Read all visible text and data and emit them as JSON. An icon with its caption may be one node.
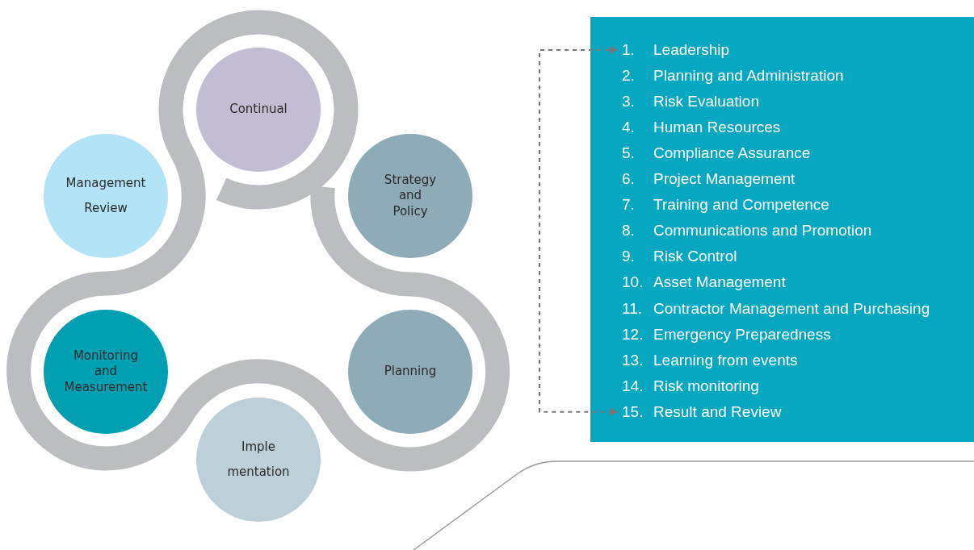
{
  "diagram": {
    "nodes": [
      {
        "text": [
          "Continual"
        ]
      },
      {
        "text": [
          "Management Review"
        ]
      },
      {
        "text": [
          "Strategy and Policy"
        ]
      },
      {
        "text": [
          "Monitoring and Measurement"
        ]
      },
      {
        "text": [
          "Planning"
        ]
      },
      {
        "text": [
          "Imple mentation"
        ]
      },
      {
        "text": [],
        "shape": "box"
      },
      {
        "text": [
          "1.",
          "Leadership"
        ],
        "in": 6
      },
      {
        "text": [
          "2.",
          "Planning and Administration"
        ],
        "in": 6
      },
      {
        "text": [
          "3.",
          "Risk Evaluation"
        ],
        "in": 6
      },
      {
        "text": [
          "4.",
          "Human Resources"
        ],
        "in": 6
      },
      {
        "text": [
          "5.",
          "Compliance Assurance"
        ],
        "in": 6
      },
      {
        "text": [
          "6.",
          "Project Management"
        ],
        "in": 6
      },
      {
        "text": [
          "7.",
          "Training and Competence"
        ],
        "in": 6
      },
      {
        "text": [
          "8.",
          "Communications and Promotion"
        ],
        "in": 6
      },
      {
        "text": [
          "9.",
          "Risk Control"
        ],
        "in": 6
      },
      {
        "text": [
          "10.",
          "Asset Management"
        ],
        "in": 6
      },
      {
        "text": [
          "11.",
          "Contractor Management and Purchasing"
        ],
        "in": 6
      },
      {
        "text": [
          "12.",
          "Emergency Preparedness"
        ],
        "in": 6
      },
      {
        "text": [
          "13.",
          "Learning from events"
        ],
        "in": 6
      },
      {
        "text": [
          "14.",
          "Risk monitoring"
        ],
        "in": 6
      },
      {
        "text": [
          "15.",
          "Result and Review"
        ],
        "in": 6
      }
    ],
    "edges": [
      {
        "from": 7,
        "to": 21,
        "arrow": "both",
        "style": "dashed"
      }
    ]
  }
}
